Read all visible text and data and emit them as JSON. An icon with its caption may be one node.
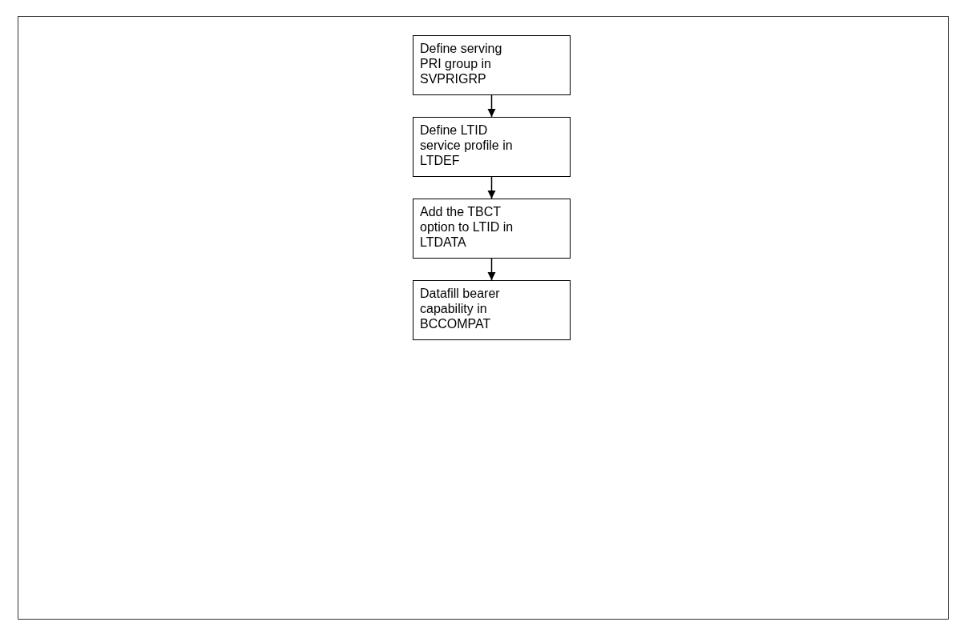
{
  "diagram": {
    "nodes": [
      {
        "text": [
          "Define serving PRI group in SVPRIGRP"
        ]
      },
      {
        "text": [
          "Define LTID service profile in LTDEF"
        ]
      },
      {
        "text": [
          "Add the TBCT option to LTID in LTDATA"
        ]
      },
      {
        "text": [
          "Datafill bearer capability in BCCOMPAT"
        ]
      }
    ],
    "edges": [
      {
        "from": 0,
        "to": 1,
        "arrow": "to"
      },
      {
        "from": 1,
        "to": 2,
        "arrow": "to"
      },
      {
        "from": 2,
        "to": 3,
        "arrow": "to"
      }
    ]
  }
}
